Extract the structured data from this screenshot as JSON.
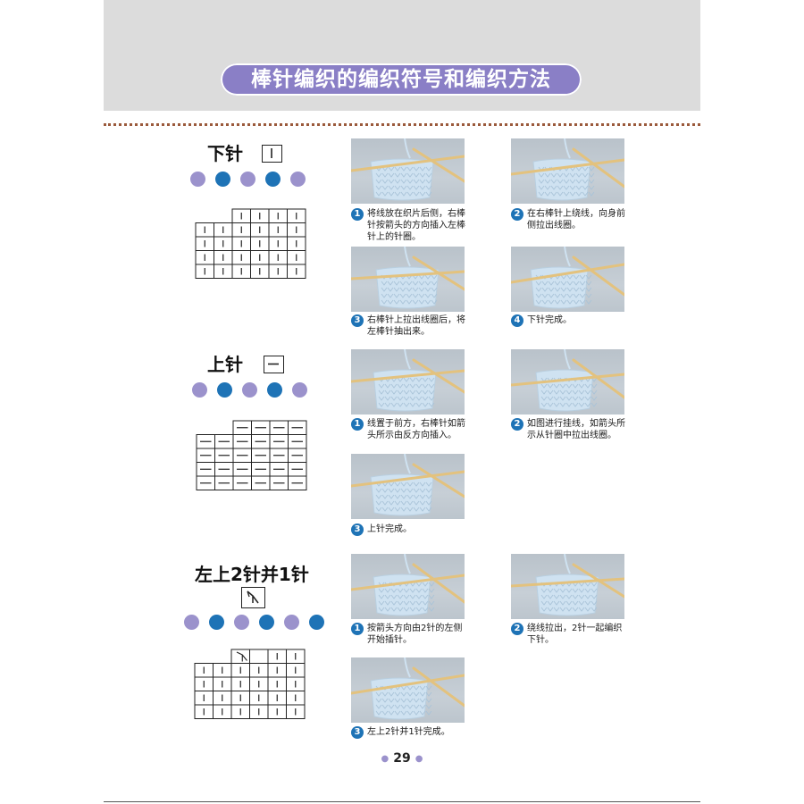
{
  "page": {
    "title": "棒针编织的编织符号和编织方法",
    "page_number": "29",
    "colors": {
      "header_band": "#dcdcdc",
      "title_pill": "#8a7fc6",
      "dot_purple": "#9b92cc",
      "dot_blue": "#1e73b6",
      "rule": "#9b5a3c",
      "photo_bg": "#c0c8cf",
      "yarn": "#cfe2f1",
      "needle": "#e3c27e"
    }
  },
  "sections": [
    {
      "title": "下针",
      "symbol_icon": "knit-stitch-symbol-icon",
      "dots": [
        "purple",
        "blue",
        "purple",
        "blue",
        "purple"
      ],
      "chart_symbol": "|",
      "steps": [
        {
          "num": "1",
          "text": "将线放在织片后侧，右棒针按箭头的方向插入左棒针上的针圈。"
        },
        {
          "num": "2",
          "text": "在右棒针上绕线，向身前侧拉出线圈。"
        },
        {
          "num": "3",
          "text": "右棒针上拉出线圈后，将左棒针抽出来。"
        },
        {
          "num": "4",
          "text": "下针完成。"
        }
      ]
    },
    {
      "title": "上针",
      "symbol_icon": "purl-stitch-symbol-icon",
      "dots": [
        "purple",
        "blue",
        "purple",
        "blue",
        "purple"
      ],
      "chart_symbol": "—",
      "steps": [
        {
          "num": "1",
          "text": "线置于前方，右棒针如箭头所示由反方向插入。"
        },
        {
          "num": "2",
          "text": "如图进行挂线，如箭头所示从针圈中拉出线圈。"
        },
        {
          "num": "3",
          "text": "上针完成。"
        }
      ]
    },
    {
      "title": "左上2针并1针",
      "symbol_icon": "k2tog-symbol-icon",
      "dots": [
        "purple",
        "blue",
        "purple",
        "blue",
        "purple",
        "blue"
      ],
      "chart_symbol": "|",
      "steps": [
        {
          "num": "1",
          "text": "按箭头方向由2针的左侧开始插针。"
        },
        {
          "num": "2",
          "text": "绕线拉出，2针一起编织下针。"
        },
        {
          "num": "3",
          "text": "左上2针并1针完成。"
        }
      ]
    }
  ]
}
